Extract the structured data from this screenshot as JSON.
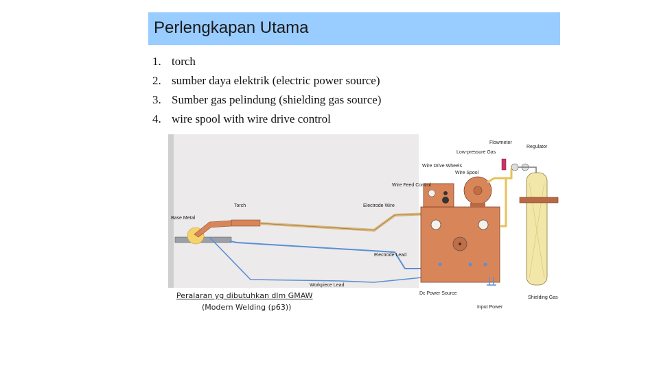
{
  "title": "Perlengkapan Utama",
  "items": [
    {
      "num": "1.",
      "text": "torch"
    },
    {
      "num": "2.",
      "text": "sumber daya elektrik  (electric power source)"
    },
    {
      "num": "3.",
      "text": "Sumber gas pelindung (shielding gas source)"
    },
    {
      "num": "4.",
      "text": "wire spool with wire drive control"
    }
  ],
  "diagram": {
    "labels": {
      "base_metal": "Base Metal",
      "torch": "Torch",
      "electrode_wire": "Electrode Wire",
      "wire_feed_control": "Wire Feed Control",
      "wire_drive_wheels": "Wire Drive Wheels",
      "wire_spool": "Wire Spool",
      "low_pressure_gas": "Low-pressure Gas",
      "flowmeter": "Flowmeter",
      "regulator": "Regulator",
      "electrode_lead": "Electrode Lead",
      "workpiece_lead": "Workpiece Lead",
      "dc_power_source": "Dc Power Source",
      "input_power": "Input Power",
      "shielding_gas": "Shielding Gas"
    },
    "caption_line1": "Peralaran yg dibutuhkan dlm GMAW",
    "caption_line2": "(Modern Welding (p63))"
  },
  "colors": {
    "title_bar": "#99ccff",
    "machine": "#d9855a",
    "gas_line": "#e8c15a",
    "cylinder": "#f2e6a8",
    "lead_blue": "#5a8fd6"
  }
}
